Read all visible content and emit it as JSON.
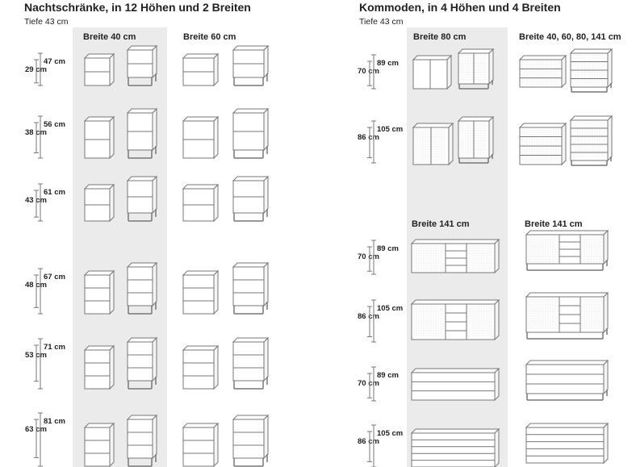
{
  "left": {
    "title": "Nachtschränke, in 12 Höhen und 2 Breiten",
    "depth": "Tiefe 43 cm",
    "col1": "Breite 40 cm",
    "col2": "Breite 60 cm",
    "rows": [
      {
        "outer": "47 cm",
        "inner": "29 cm",
        "drawers": 2
      },
      {
        "outer": "56 cm",
        "inner": "38 cm",
        "drawers": 2
      },
      {
        "outer": "61 cm",
        "inner": "43 cm",
        "drawers": 2
      },
      {
        "outer": "67 cm",
        "inner": "48 cm",
        "drawers": 3
      },
      {
        "outer": "71 cm",
        "inner": "53 cm",
        "drawers": 3
      },
      {
        "outer": "81 cm",
        "inner": "63 cm",
        "drawers": 3
      }
    ]
  },
  "right": {
    "title": "Kommoden, in 4 Höhen und 4 Breiten",
    "depth": "Tiefe 43 cm",
    "col1": "Breite 80 cm",
    "col2": "Breite 40, 60, 80, 141 cm",
    "col3": "Breite 141 cm",
    "col4": "Breite 141 cm",
    "rows": [
      {
        "outer": "89 cm",
        "inner": "70 cm"
      },
      {
        "outer": "105 cm",
        "inner": "86 cm"
      },
      {
        "outer": "89 cm",
        "inner": "70 cm"
      },
      {
        "outer": "105 cm",
        "inner": "86 cm"
      },
      {
        "outer": "89 cm",
        "inner": "70 cm"
      },
      {
        "outer": "105 cm",
        "inner": "86 cm"
      }
    ]
  }
}
